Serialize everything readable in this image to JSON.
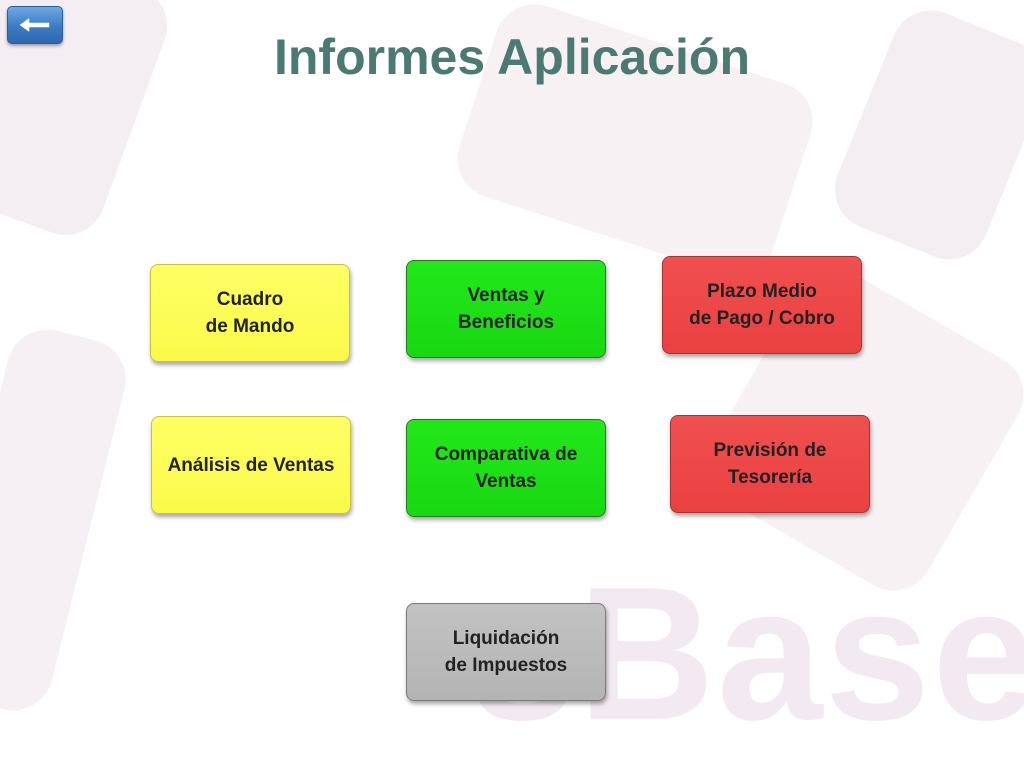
{
  "header": {
    "back_icon": "left-arrow-icon",
    "title": "Informes Aplicación"
  },
  "watermark": "sBase",
  "colors": {
    "title": "#4a7a72",
    "yellow": "#ffff5a",
    "green": "#1fe018",
    "red": "#ef4848",
    "gray": "#bcbcbc",
    "back_button": "#3b7bc4"
  },
  "tiles": {
    "cuadro_de_mando": "Cuadro\nde Mando",
    "ventas_y_beneficios": "Ventas y\nBeneficios",
    "plazo_medio_pago_cobro": "Plazo Medio\nde Pago / Cobro",
    "analisis_de_ventas": "Análisis de Ventas",
    "comparativa_de_ventas": "Comparativa de\nVentas",
    "prevision_de_tesoreria": "Previsión de\nTesorería",
    "liquidacion_de_impuestos": "Liquidación\nde Impuestos"
  }
}
